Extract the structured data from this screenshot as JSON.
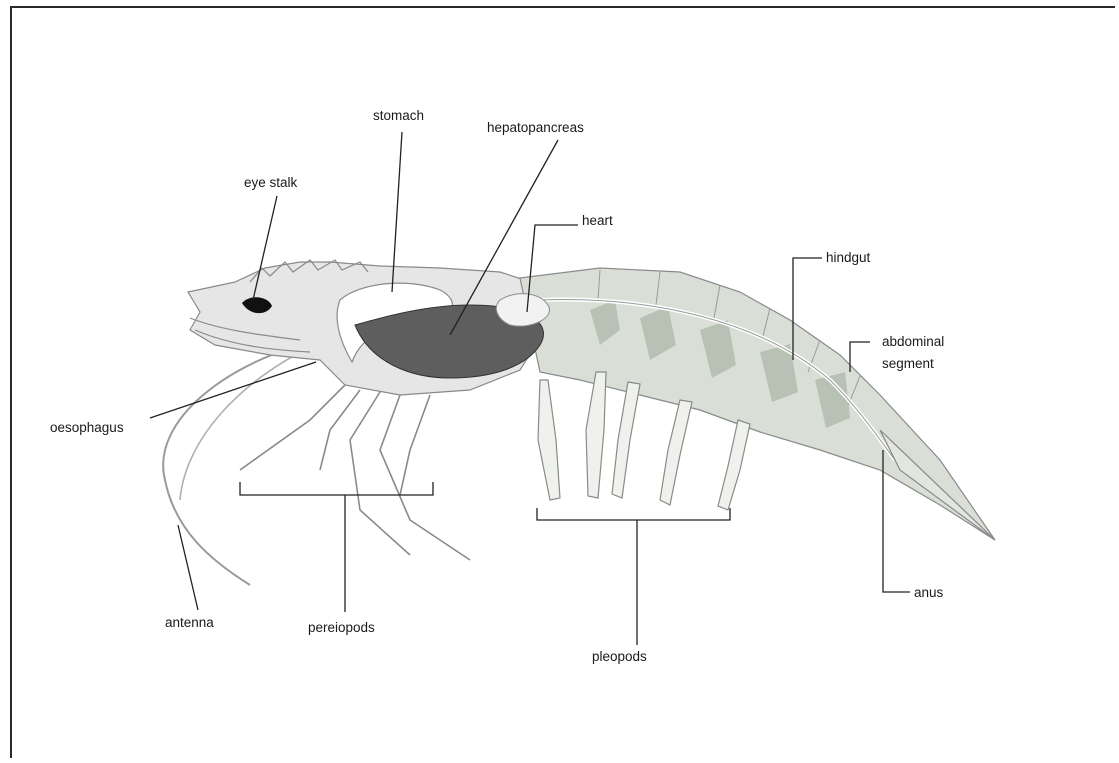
{
  "labels": {
    "stomach": "stomach",
    "hepatopancreas": "hepatopancreas",
    "eye_stalk": "eye stalk",
    "heart": "heart",
    "hindgut": "hindgut",
    "abdominal_segment_line1": "abdominal",
    "abdominal_segment_line2": "segment",
    "oesophagus": "oesophagus",
    "antenna": "antenna",
    "pereiopods": "pereiopods",
    "pleopods": "pleopods",
    "anus": "anus"
  },
  "colors": {
    "background": "#ffffff",
    "body_fill": "#e4e4e4",
    "abdomen_fill": "#d6ddd4",
    "hepatopancreas_fill": "#5a5a5a",
    "stomach_fill": "#ffffff",
    "eye_fill": "#111111",
    "outline": "#8a8a8a"
  }
}
